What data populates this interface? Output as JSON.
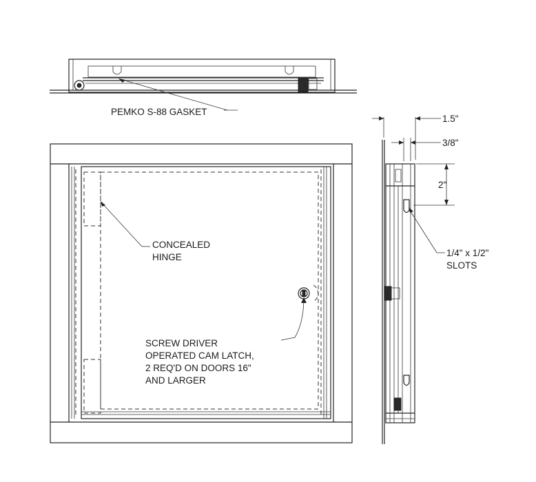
{
  "labels": {
    "gasket": "PEMKO S-88 GASKET",
    "hinge_line1": "CONCEALED",
    "hinge_line2": "HINGE",
    "latch_line1": "SCREW DRIVER",
    "latch_line2": "OPERATED CAM LATCH,",
    "latch_line3": "2 REQ'D ON DOORS 16\"",
    "latch_line4": "AND LARGER",
    "slots_line1": "1/4\" x 1/2\"",
    "slots_line2": "SLOTS"
  },
  "dimensions": {
    "flange_depth": "1.5\"",
    "frame_thickness": "3/8\"",
    "slot_spacing": "2\""
  }
}
